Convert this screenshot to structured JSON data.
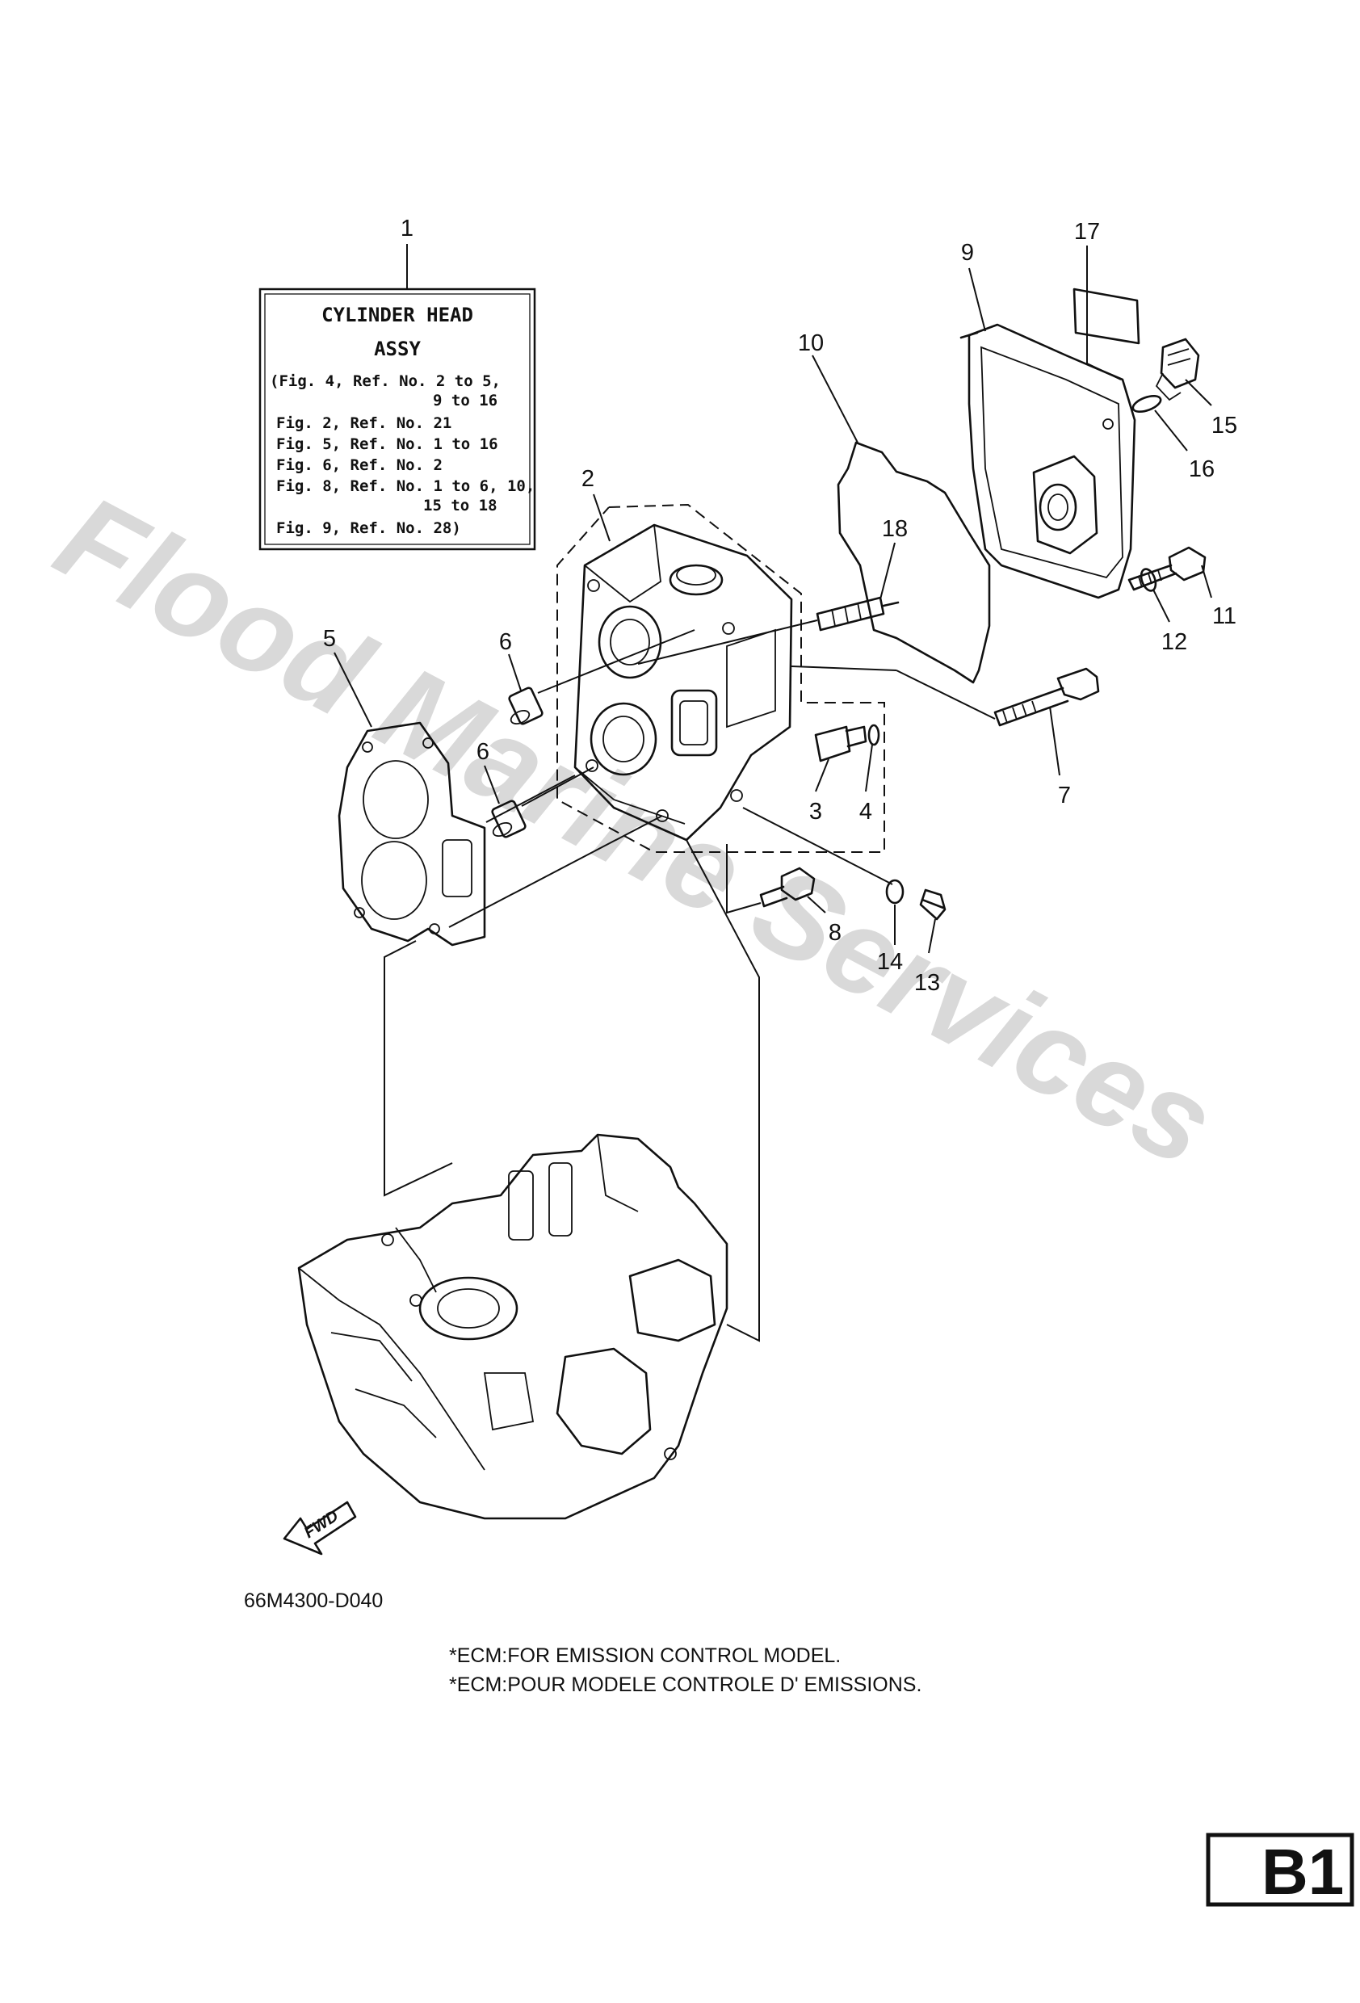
{
  "assy_box": {
    "title_line1": "CYLINDER HEAD",
    "title_line2": "ASSY",
    "lines": [
      "(Fig. 4, Ref. No. 2 to 5,",
      "9 to 16",
      "Fig. 2, Ref. No. 21",
      "Fig. 5, Ref. No. 1 to 16",
      "Fig. 6, Ref. No. 2",
      "Fig. 8, Ref. No. 1 to 6, 10,",
      "15 to 18",
      "Fig. 9, Ref. No. 28)"
    ]
  },
  "callouts": [
    "1",
    "2",
    "3",
    "4",
    "5",
    "6",
    "6",
    "7",
    "8",
    "9",
    "10",
    "11",
    "12",
    "13",
    "14",
    "15",
    "16",
    "17",
    "18"
  ],
  "fwd_label": "FWD",
  "diagram_code": "66M4300-D040",
  "footnotes": [
    "*ECM:FOR EMISSION CONTROL MODEL.",
    "*ECM:POUR MODELE CONTROLE D' EMISSIONS."
  ],
  "watermark": "Flood Marine Services",
  "page_tag": "B1"
}
